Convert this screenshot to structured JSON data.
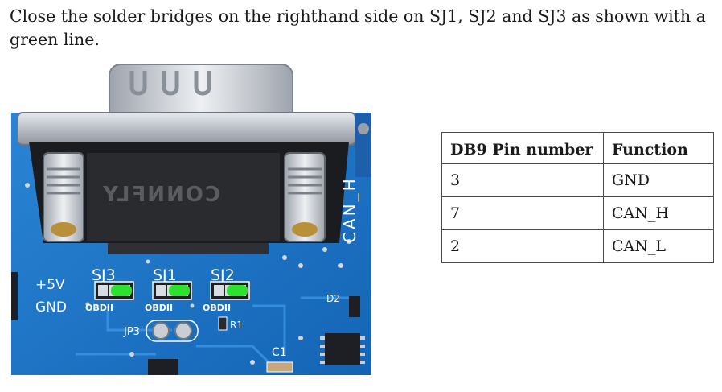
{
  "instruction": "Close the solder bridges on the righthand side on SJ1, SJ2 and SJ3 as shown with a green line.",
  "photo": {
    "connector_brand": "CONNFLY",
    "labels": {
      "plus5v": "+5V",
      "gnd": "GND",
      "sj3": "SJ3",
      "sj1": "SJ1",
      "sj2": "SJ2",
      "obdii_1": "OBDII",
      "obdii_2": "OBDII",
      "obdii_3": "OBDII",
      "jp3": "JP3",
      "r1": "R1",
      "c1": "C1",
      "d2": "D2",
      "can_h": "CAN_H"
    },
    "colors": {
      "pcb": "#1a74c7",
      "bridge": "#2fe12f",
      "metal": "#c9ced6"
    }
  },
  "table": {
    "header": [
      "DB9 Pin number",
      "Function"
    ],
    "rows": [
      [
        "3",
        "GND"
      ],
      [
        "7",
        "CAN_H"
      ],
      [
        "2",
        "CAN_L"
      ]
    ]
  }
}
